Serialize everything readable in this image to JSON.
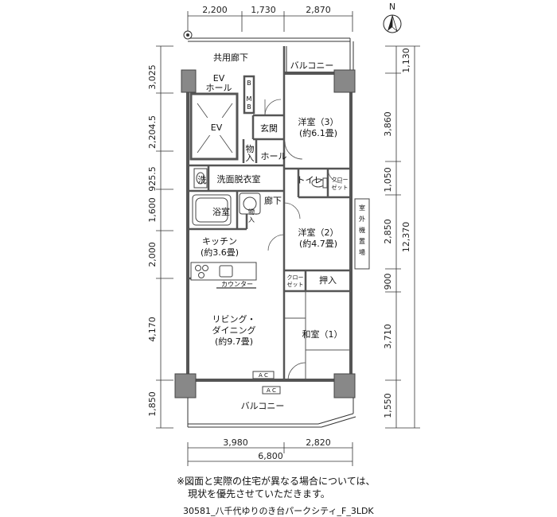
{
  "dimensions": {
    "top": [
      "2,200",
      "1,730",
      "2,870"
    ],
    "bottom": [
      "3,980",
      "2,820"
    ],
    "bottom_total": "6,800",
    "left": [
      "3,025",
      "2,204.5",
      "925.5",
      "1,600",
      "2,000",
      "4,170",
      "1,850"
    ],
    "right": [
      "1,130",
      "3,860",
      "1,050",
      "2,850",
      "900",
      "3,710",
      "1,550"
    ],
    "right_total": "12,370"
  },
  "compass": {
    "label": "N"
  },
  "rooms": {
    "shared_corridor": "共用廊下",
    "balcony_top": "バルコニー",
    "ev_hall_1": "EV",
    "ev_hall_2": "ホール",
    "ev": "EV",
    "b1": "B",
    "mb_m": "M",
    "mb_b": "B",
    "entrance": "玄関",
    "storage_1": "物",
    "storage_2": "入",
    "hall": "ホール",
    "western3_name": "洋室（3）",
    "western3_size": "(約6.1畳)",
    "sink": "洗",
    "washroom": "洗面脱衣室",
    "toilet": "トイレ",
    "closet_top_1": "クロー",
    "closet_top_2": "ゼット",
    "bath": "浴室",
    "storage_small_1": "物",
    "storage_small_2": "入",
    "corridor": "廊下",
    "western2_name": "洋室（2）",
    "western2_size": "(約4.7畳)",
    "outdoor_unit": [
      "室",
      "外",
      "機",
      "置",
      "場"
    ],
    "kitchen_name": "キッチン",
    "kitchen_size": "(約3.6畳)",
    "counter": "カウンター",
    "closet_mid_1": "クロー",
    "closet_mid_2": "ゼット",
    "oshiire": "押入",
    "living_1": "リビング・",
    "living_2": "ダイニング",
    "living_size": "(約9.7畳)",
    "japanese": "和室（1）",
    "ac_1": "A C",
    "ac_2": "A C",
    "balcony_bottom": "バルコニー"
  },
  "notes": {
    "line1": "※図面と実際の住宅が異なる場合については、",
    "line2": "現状を優先させていただきます。",
    "caption": "30581_八千代ゆりのき台パークシティ_F_3LDK"
  }
}
